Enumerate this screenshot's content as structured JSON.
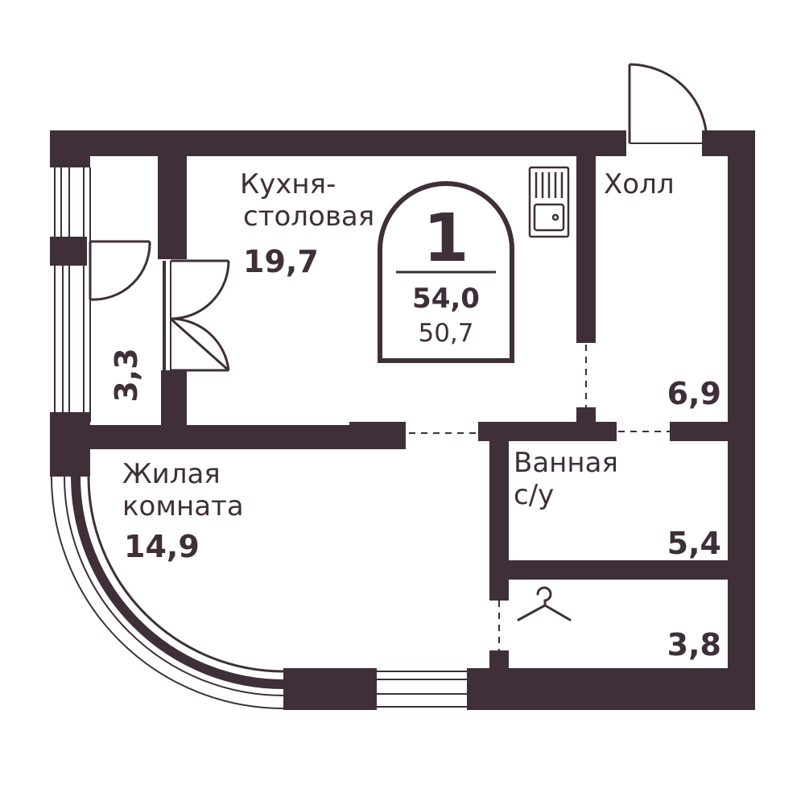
{
  "plan": {
    "wall_color": "#3e2f38",
    "background": "#ffffff",
    "badge": {
      "rooms": "1",
      "total_area": "54,0",
      "living_area": "50,7"
    },
    "rooms": {
      "kitchen": {
        "name_line1": "Кухня-",
        "name_line2": "столовая",
        "area": "19,7"
      },
      "hall": {
        "name": "Холл",
        "area": "6,9"
      },
      "living_room": {
        "name_line1": "Жилая",
        "name_line2": "комната",
        "area": "14,9"
      },
      "bathroom": {
        "name_line1": "Ванная",
        "name_line2": "с/у",
        "area": "5,4"
      },
      "wardrobe": {
        "area": "3,8",
        "icon": "hanger-icon"
      },
      "balcony": {
        "area": "3,3"
      }
    },
    "icons": [
      "sink-icon",
      "hanger-icon",
      "door-swing-icon"
    ]
  }
}
